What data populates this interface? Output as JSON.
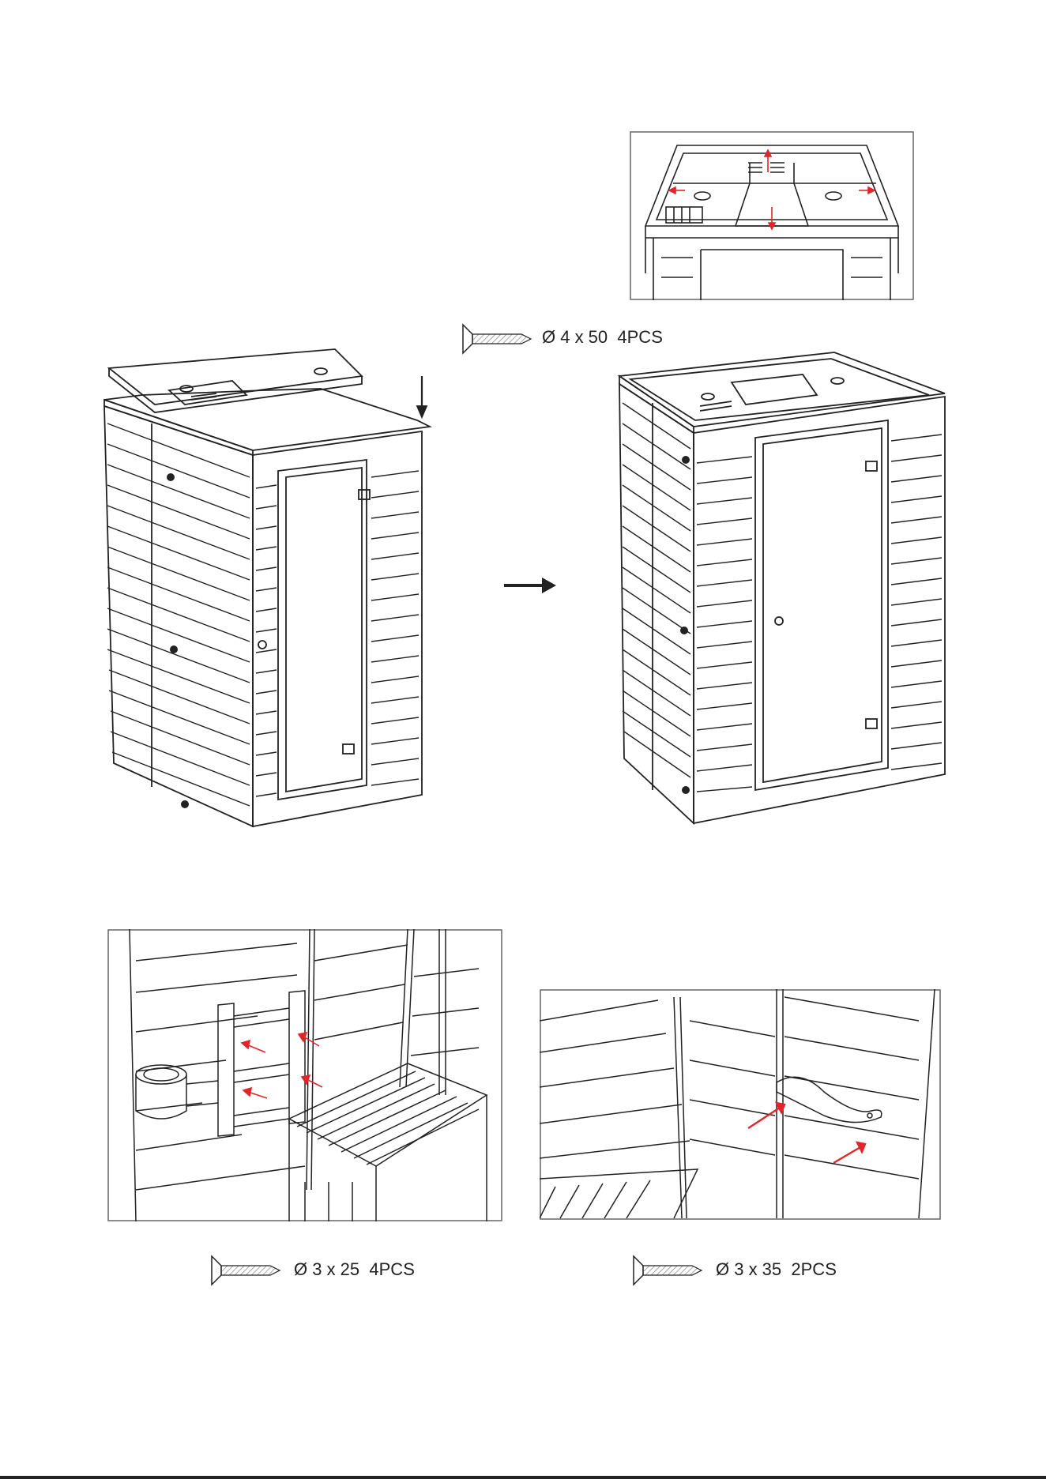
{
  "screws": {
    "top": {
      "dia": "Ø 4 x 50",
      "qty": "4PCS"
    },
    "bottom_left": {
      "dia": "Ø 3 x 25",
      "qty": "4PCS"
    },
    "bottom_right": {
      "dia": "Ø 3 x 35",
      "qty": "2PCS"
    }
  },
  "colors": {
    "line": "#222222",
    "arrow": "#e0262b",
    "hatch": "#888888"
  },
  "icons": [
    "screw-icon",
    "arrow-right-icon",
    "arrow-down-icon"
  ]
}
